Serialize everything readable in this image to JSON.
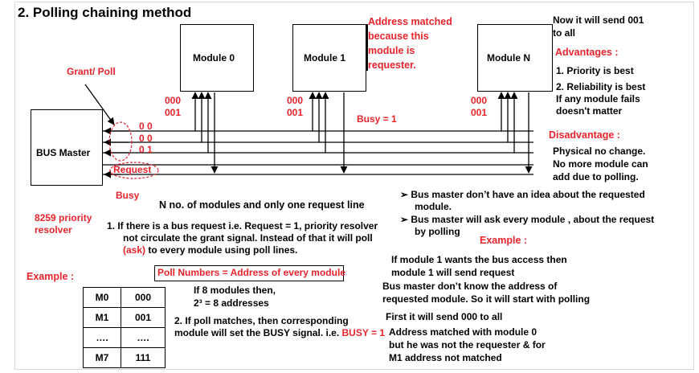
{
  "title": "2.  Polling chaining method",
  "modules": [
    "Module 0",
    "Module 1",
    "Module N"
  ],
  "bus_master": "BUS Master",
  "grant_poll": "Grant/ Poll",
  "poll_codes": {
    "m0_top": "000",
    "m0_bot": "001",
    "m1_top": "000",
    "m1_bot": "001",
    "mn_top": "000",
    "mn_bot": "001"
  },
  "line_bits": [
    "0 0",
    "0 0",
    "0 1"
  ],
  "request": "Request",
  "busy": "Busy",
  "busy_eq": "Busy = 1",
  "resolver": [
    "8259 priority",
    "resolver"
  ],
  "address_matched": [
    "Address matched",
    "because this",
    "module is",
    "requester."
  ],
  "now_send": [
    "Now it will send 001",
    "to all"
  ],
  "advantages_title": "Advantages :",
  "advantages": [
    "1. Priority is best",
    "2. Reliability is best",
    "If any module fails",
    "doesn't matter"
  ],
  "disadvantage_title": "Disadvantage :",
  "disadvantages": [
    "Physical no change.",
    "No more module can",
    "add due to polling."
  ],
  "n_modules": "N no. of modules and only one request line",
  "point1": [
    "1.  If there is a bus request i.e. Request = 1, priority resolver",
    "not circulate the grant signal. Instead of that it will poll",
    "(ask)",
    " to every module using poll lines."
  ],
  "poll_numbers": "Poll Numbers = Address of every module",
  "example_left": "Example :",
  "table": [
    [
      "M0",
      "000"
    ],
    [
      "M1",
      "001"
    ],
    [
      "….",
      "…."
    ],
    [
      "M7",
      "111"
    ]
  ],
  "eight_modules": [
    "If 8 modules then,",
    "2³  =  8 addresses"
  ],
  "point2": [
    "2.  If poll matches, then corresponding",
    "module will set the BUSY signal. i.e. ",
    "BUSY = 1"
  ],
  "bullets": [
    [
      "Bus master don’t have an idea about the requested",
      "module."
    ],
    [
      "Bus master will ask every module , about the request",
      "by polling"
    ]
  ],
  "example_right": "Example :",
  "example_lines": [
    "If module 1 wants the bus access then",
    "module 1 will send request",
    "Bus master don’t know  the address of",
    "requested module. So it will start with polling",
    "First it will send 000 to all",
    "Address matched with module 0",
    "but he was not the requester & for",
    "M1 address not matched"
  ]
}
